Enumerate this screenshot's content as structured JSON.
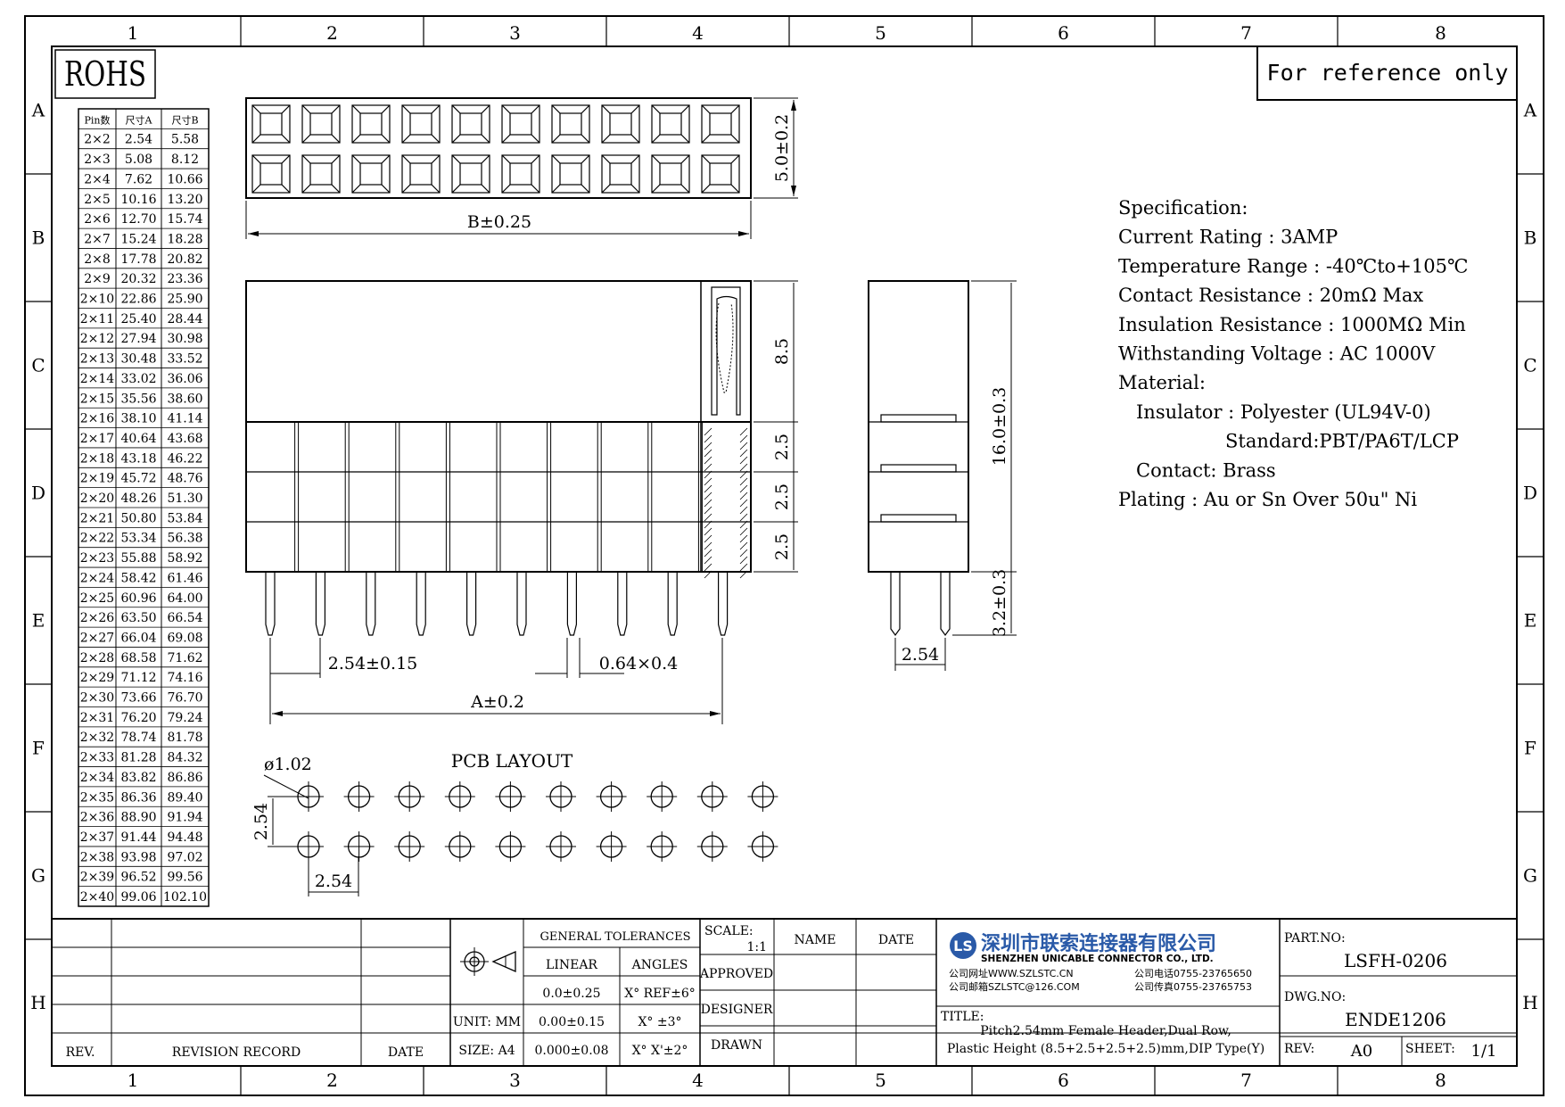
{
  "frame": {
    "cols": [
      "1",
      "2",
      "3",
      "4",
      "5",
      "6",
      "7",
      "8"
    ],
    "rows": [
      "A",
      "B",
      "C",
      "D",
      "E",
      "F",
      "G",
      "H"
    ]
  },
  "rohs": "ROHS",
  "reference_note": "For reference only",
  "pin_table": {
    "headers": [
      "Pin数",
      "尺寸A",
      "尺寸B"
    ],
    "rows": [
      [
        "2×2",
        "2.54",
        "5.58"
      ],
      [
        "2×3",
        "5.08",
        "8.12"
      ],
      [
        "2×4",
        "7.62",
        "10.66"
      ],
      [
        "2×5",
        "10.16",
        "13.20"
      ],
      [
        "2×6",
        "12.70",
        "15.74"
      ],
      [
        "2×7",
        "15.24",
        "18.28"
      ],
      [
        "2×8",
        "17.78",
        "20.82"
      ],
      [
        "2×9",
        "20.32",
        "23.36"
      ],
      [
        "2×10",
        "22.86",
        "25.90"
      ],
      [
        "2×11",
        "25.40",
        "28.44"
      ],
      [
        "2×12",
        "27.94",
        "30.98"
      ],
      [
        "2×13",
        "30.48",
        "33.52"
      ],
      [
        "2×14",
        "33.02",
        "36.06"
      ],
      [
        "2×15",
        "35.56",
        "38.60"
      ],
      [
        "2×16",
        "38.10",
        "41.14"
      ],
      [
        "2×17",
        "40.64",
        "43.68"
      ],
      [
        "2×18",
        "43.18",
        "46.22"
      ],
      [
        "2×19",
        "45.72",
        "48.76"
      ],
      [
        "2×20",
        "48.26",
        "51.30"
      ],
      [
        "2×21",
        "50.80",
        "53.84"
      ],
      [
        "2×22",
        "53.34",
        "56.38"
      ],
      [
        "2×23",
        "55.88",
        "58.92"
      ],
      [
        "2×24",
        "58.42",
        "61.46"
      ],
      [
        "2×25",
        "60.96",
        "64.00"
      ],
      [
        "2×26",
        "63.50",
        "66.54"
      ],
      [
        "2×27",
        "66.04",
        "69.08"
      ],
      [
        "2×28",
        "68.58",
        "71.62"
      ],
      [
        "2×29",
        "71.12",
        "74.16"
      ],
      [
        "2×30",
        "73.66",
        "76.70"
      ],
      [
        "2×31",
        "76.20",
        "79.24"
      ],
      [
        "2×32",
        "78.74",
        "81.78"
      ],
      [
        "2×33",
        "81.28",
        "84.32"
      ],
      [
        "2×34",
        "83.82",
        "86.86"
      ],
      [
        "2×35",
        "86.36",
        "89.40"
      ],
      [
        "2×36",
        "88.90",
        "91.94"
      ],
      [
        "2×37",
        "91.44",
        "94.48"
      ],
      [
        "2×38",
        "93.98",
        "97.02"
      ],
      [
        "2×39",
        "96.52",
        "99.56"
      ],
      [
        "2×40",
        "99.06",
        "102.10"
      ]
    ]
  },
  "dims": {
    "top_height": "5.0±0.2",
    "top_width": "B±0.25",
    "body_h1": "8.5",
    "body_h2": "2.5",
    "body_h3": "2.5",
    "body_h4": "2.5",
    "side_total": "16.0±0.3",
    "pin_len": "3.2±0.3",
    "side_pitch": "2.54",
    "pitch": "2.54±0.15",
    "pin_size": "0.64×0.4",
    "width_a": "A±0.2",
    "hole_dia": "ø1.02",
    "pcb_title": "PCB LAYOUT",
    "pcb_row_pitch": "2.54",
    "pcb_col_pitch": "2.54"
  },
  "spec": {
    "lines": [
      "Specification:",
      "Current Rating : 3AMP",
      "Temperature Range : -40℃to+105℃",
      "Contact Resistance : 20mΩ Max",
      "Insulation Resistance : 1000MΩ Min",
      "Withstanding Voltage : AC 1000V",
      "Material:",
      "  Insulator : Polyester (UL94V-0)",
      "            Standard:PBT/PA6T/LCP",
      "  Contact: Brass",
      "Plating : Au or Sn Over 50u\" Ni"
    ]
  },
  "title_block": {
    "rev_label": "REV.",
    "revision_record": "REVISION RECORD",
    "date_label": "DATE",
    "general_tolerances": "GENERAL TOLERANCES",
    "linear": "LINEAR",
    "angles": "ANGLES",
    "tol1_lin": "0.0±0.25",
    "tol1_ang": "X° REF±6°",
    "tol2_lin": "0.00±0.15",
    "tol2_ang": "X° ±3°",
    "tol3_lin": "0.000±0.08",
    "tol3_ang": "X° X'±2°",
    "unit": "UNIT: MM",
    "size": "SIZE: A4",
    "scale_label": "SCALE:",
    "scale_value": "1:1",
    "name": "NAME",
    "date": "DATE",
    "approved": "APPROVED",
    "designer": "DESIGNER",
    "drawn": "DRAWN",
    "company_cn": "深圳市联索连接器有限公司",
    "company_en": "SHENZHEN UNICABLE CONNECTOR CO., LTD.",
    "web": "公司网址WWW.SZLSTC.CN",
    "email": "公司邮箱SZLSTC@126.COM",
    "tel": "公司电话0755-23765650",
    "fax": "公司传真0755-23765753",
    "title_label": "TITLE:",
    "title_1": "Pitch2.54mm Female Header,Dual Row,",
    "title_2": "Plastic Height (8.5+2.5+2.5+2.5)mm,DIP Type(Y)",
    "part_no_label": "PART.NO:",
    "part_no": "LSFH-0206",
    "dwg_no_label": "DWG.NO:",
    "dwg_no": "ENDE1206",
    "rev_label2": "REV:",
    "rev": "A0",
    "sheet_label": "SHEET:",
    "sheet": "1/1"
  }
}
